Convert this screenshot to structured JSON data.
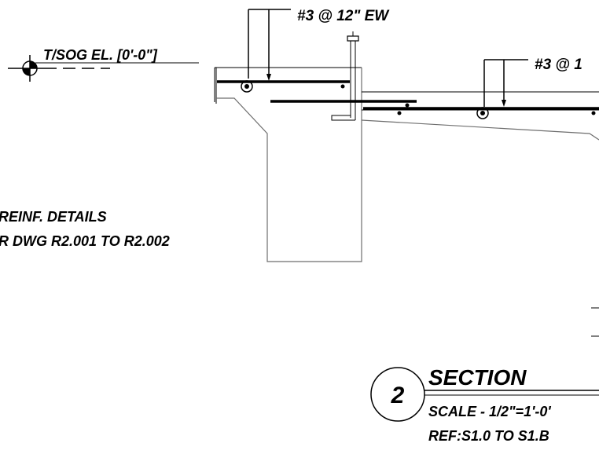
{
  "callouts": {
    "rebar_left": "#3 @ 12\" EW",
    "rebar_right": "#3 @ 1",
    "sog_elevation": "T/SOG EL. [0'-0\"]"
  },
  "notes": {
    "line1": "REINF. DETAILS",
    "line2": "R DWG R2.001 TO R2.002"
  },
  "section_title": {
    "number": "2",
    "title": "SECTION",
    "scale": "SCALE - 1/2\"=1'-0'",
    "ref": "REF:S1.0 TO S1.B"
  },
  "colors": {
    "ink": "#000000",
    "concrete_outline": "#6e6e6e",
    "background": "#ffffff"
  }
}
